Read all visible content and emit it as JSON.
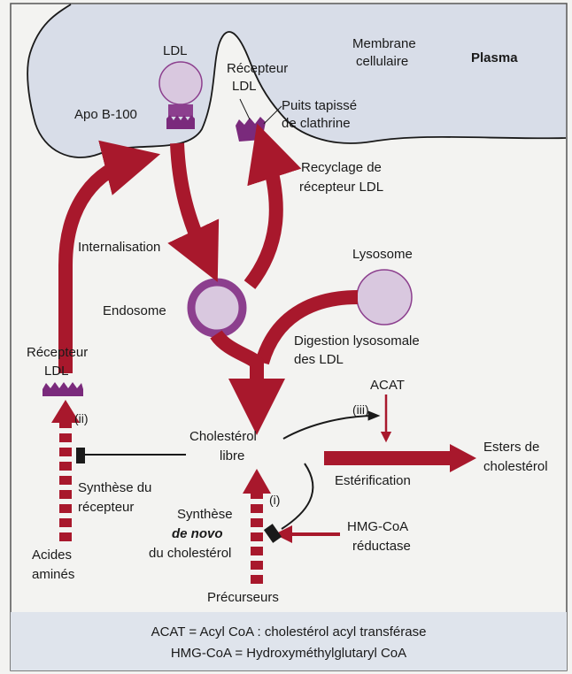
{
  "labels": {
    "ldl": "LDL",
    "apo_b100": "Apo B-100",
    "recepteur_ldl_top_1": "Récepteur",
    "recepteur_ldl_top_2": "LDL",
    "membrane_1": "Membrane",
    "membrane_2": "cellulaire",
    "plasma": "Plasma",
    "puits_1": "Puits tapissé",
    "puits_2": "de clathrine",
    "recyclage_1": "Recyclage de",
    "recyclage_2": "récepteur LDL",
    "internalisation": "Internalisation",
    "lysosome": "Lysosome",
    "endosome": "Endosome",
    "digestion_1": "Digestion lysosomale",
    "digestion_2": "des LDL",
    "recepteur_ldl_left_1": "Récepteur",
    "recepteur_ldl_left_2": "LDL",
    "acat": "ACAT",
    "marker_i": "(i)",
    "marker_ii": "(ii)",
    "marker_iii": "(iii)",
    "cholesterol_1": "Cholestérol",
    "cholesterol_2": "libre",
    "esters_1": "Esters de",
    "esters_2": "cholestérol",
    "esterification": "Estérification",
    "synthese_recepteur_1": "Synthèse du",
    "synthese_recepteur_2": "récepteur",
    "synthese_novo_1": "Synthèse",
    "synthese_novo_2": "de novo",
    "synthese_novo_3": "du cholestérol",
    "hmg_1": "HMG-CoA",
    "hmg_2": "réductase",
    "acides_1": "Acides",
    "acides_2": "aminés",
    "precurseurs": "Précurseurs"
  },
  "legend": {
    "acat_def": "ACAT = Acyl CoA : cholestérol acyl transférase",
    "hmg_def": "HMG-CoA = Hydroxyméthylglutaryl CoA"
  },
  "colors": {
    "arrow_red": "#a8182c",
    "plasma_fill": "#d8dde8",
    "vesicle_fill": "#d9c8df",
    "vesicle_ring": "#8c3f8e",
    "receptor_purple": "#7a2a7c"
  }
}
